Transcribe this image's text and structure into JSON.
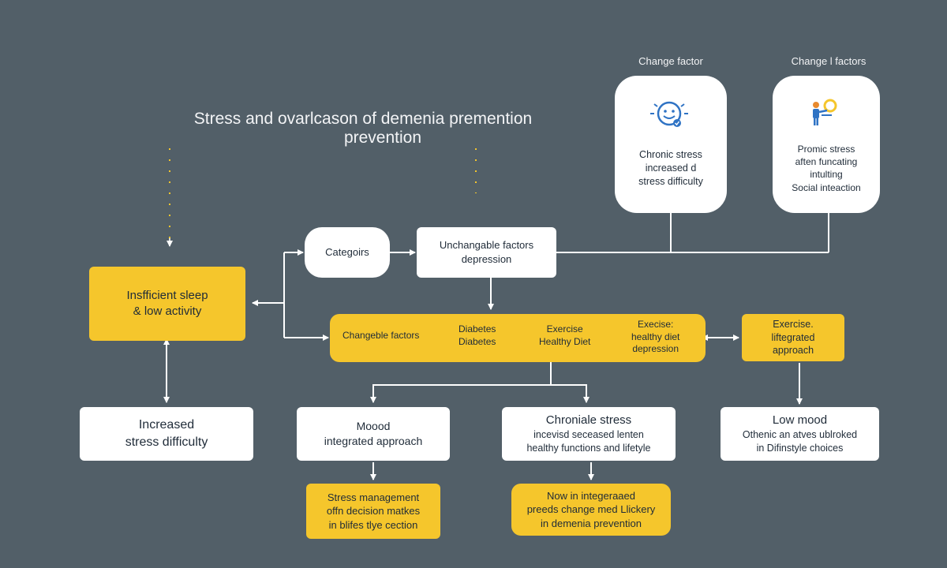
{
  "title": {
    "line1": "Stress and ovarlcason of demenia premention",
    "line2": "prevention"
  },
  "top_labels": {
    "left": "Change factor",
    "right": "Change l factors"
  },
  "cards": {
    "left": [
      "Chronic stress",
      "increased d",
      "stress difficulty"
    ],
    "right": [
      "Promic stress",
      "aften funcating",
      "intulting",
      "Social inteaction"
    ]
  },
  "categories": "Categoirs",
  "unchangeable": [
    "Unchangable factors",
    "depression"
  ],
  "insufficient": [
    "Insfficient sleep",
    "& low activity"
  ],
  "changeable_bar": {
    "label": "Changeble factors",
    "col1": [
      "Diabetes",
      "Diabetes"
    ],
    "col2": [
      "Exercise",
      "Healthy Diet"
    ],
    "col3": [
      "Execise:",
      "healthy diet",
      "depression"
    ]
  },
  "exercise_box": [
    "Exercise.",
    "liftegrated",
    "approach"
  ],
  "increased_box": [
    "Increased",
    "stress difficulty"
  ],
  "mood_box": [
    "Moood",
    "integrated approach"
  ],
  "chronic_box": [
    "Chroniale stress",
    "incevisd seceased lenten",
    "healthy functions and lifetyle"
  ],
  "lowmood_box": [
    "Low mood",
    "Othenic an atves ublroked",
    "in Difinstyle choices"
  ],
  "stress_mgmt": [
    "Stress management",
    "offn decision matkes",
    "in blifes tlye cection"
  ],
  "now_box": [
    "Now in integeraaed",
    "preeds change med Llickery",
    "in demenia prevention"
  ],
  "colors": {
    "background": "#525f68",
    "yellow": "#f5c62c",
    "white": "#ffffff",
    "text_dark": "#1f2b38",
    "icon_blue": "#2f73c4"
  }
}
